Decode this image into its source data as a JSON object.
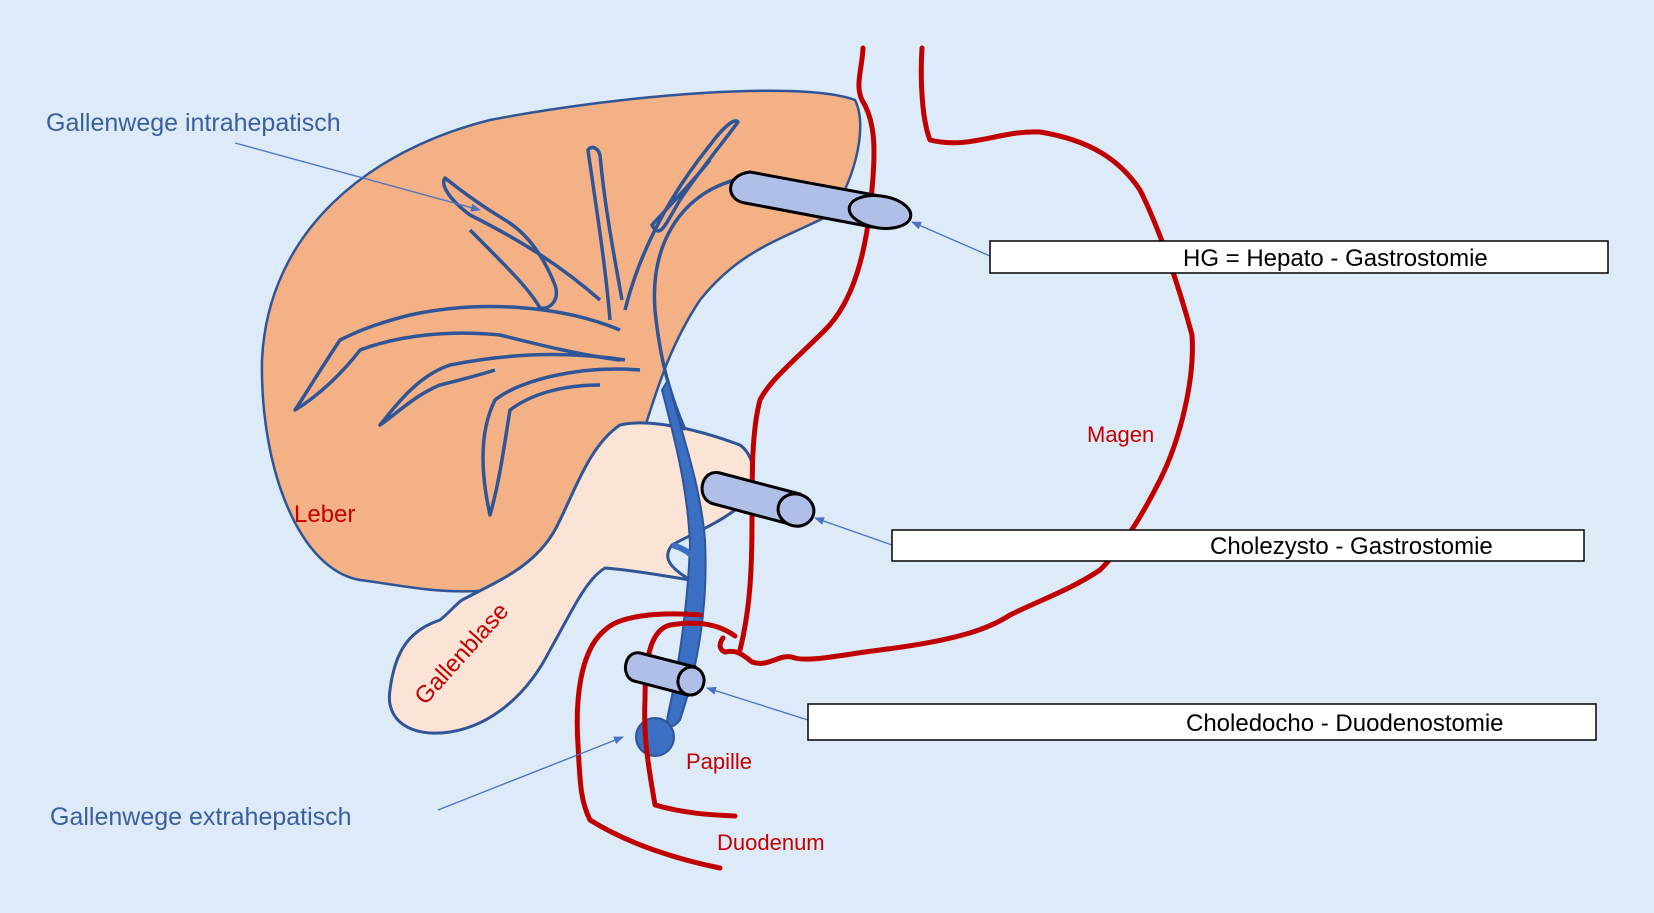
{
  "labels": {
    "intrahepatic": "Gallenwege intrahepatisch",
    "extrahepatic": "Gallenwege extrahepatisch",
    "liver": "Leber",
    "gallbladder": "Gallenblase",
    "stomach": "Magen",
    "papilla": "Papille",
    "duodenum": "Duodenum"
  },
  "boxes": {
    "hg": "HG =  Hepato - Gastrostomie",
    "cg": "Cholezysto - Gastrostomie",
    "cd": "Choledocho - Duodenostomie"
  },
  "colors": {
    "background": "#ddeaf7",
    "liver": "#f3b185",
    "gallbladder": "#fbe4d6",
    "bile_duct": "#3a6fc4",
    "outline": "#2f5597",
    "stomach_wall": "#c00000",
    "stent": "#b0bfe8"
  }
}
